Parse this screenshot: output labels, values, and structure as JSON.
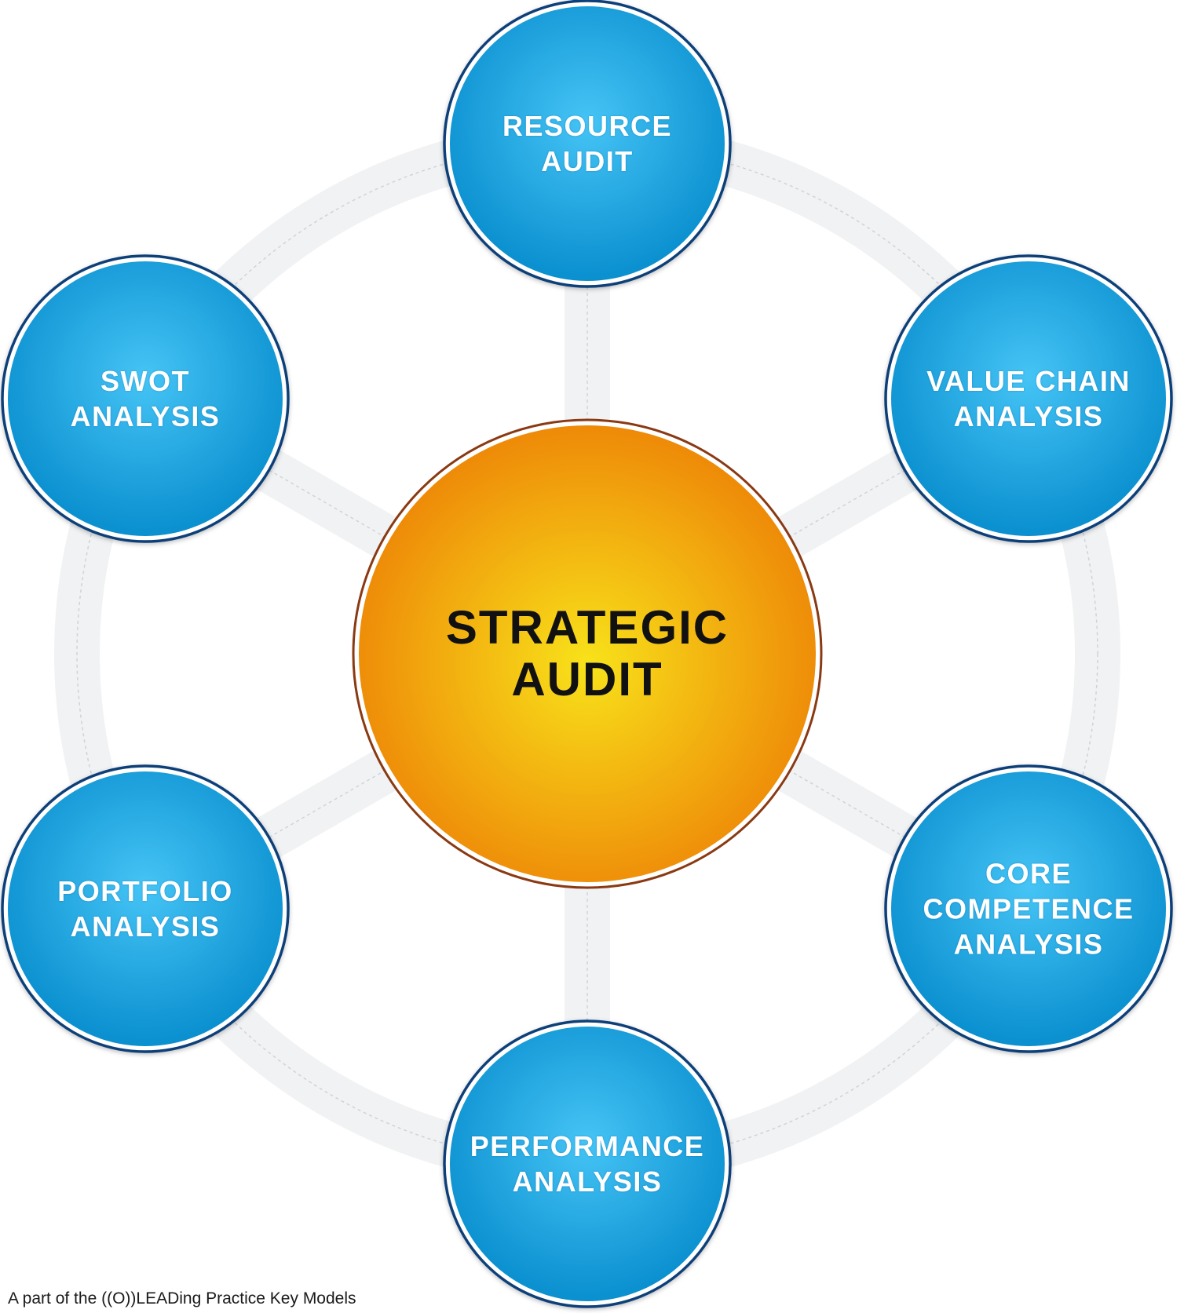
{
  "center": {
    "lines": [
      "STRATEGIC",
      "AUDIT"
    ]
  },
  "nodes": [
    {
      "id": "resource-audit",
      "lines": [
        "RESOURCE",
        "AUDIT"
      ]
    },
    {
      "id": "value-chain-analysis",
      "lines": [
        "VALUE CHAIN",
        "ANALYSIS"
      ]
    },
    {
      "id": "core-competence-analysis",
      "lines": [
        "CORE",
        "COMPETENCE",
        "ANALYSIS"
      ]
    },
    {
      "id": "performance-analysis",
      "lines": [
        "PERFORMANCE",
        "ANALYSIS"
      ]
    },
    {
      "id": "portfolio-analysis",
      "lines": [
        "PORTFOLIO",
        "ANALYSIS"
      ]
    },
    {
      "id": "swot-analysis",
      "lines": [
        "SWOT",
        "ANALYSIS"
      ]
    }
  ],
  "footer": "A part of the ((O))LEADing Practice Key Models",
  "colors": {
    "node_fill_inner": "#45c4f5",
    "node_fill_outer": "#0a8fcf",
    "node_border": "#0b3f79",
    "center_fill_inner": "#f8e21a",
    "center_fill_outer": "#ee8a08",
    "center_border": "#8a3a12",
    "connector": "#f1f2f4",
    "connector_dash": "#cfd3d8"
  }
}
